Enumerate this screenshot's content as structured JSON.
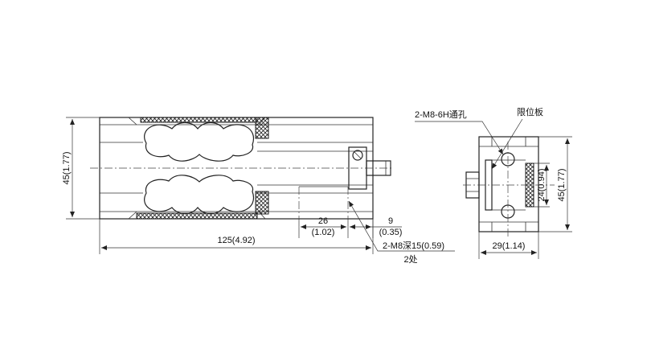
{
  "front_view": {
    "height_label": "45(1.77)",
    "length_label": "125(4.92)",
    "offset_label_mm": "26",
    "offset_label_in": "(1.02)",
    "spacing_label_mm": "9",
    "spacing_label_in": "(0.35)",
    "thread_note_line1": "2-M8深15(0.59)",
    "thread_note_line2": "2处"
  },
  "side_view": {
    "thread_label": "2-M8-6H通孔",
    "stop_plate_label": "限位板",
    "inner_height_label": "24(0.94)",
    "height_label": "45(1.77)",
    "width_label": "29(1.14)"
  }
}
